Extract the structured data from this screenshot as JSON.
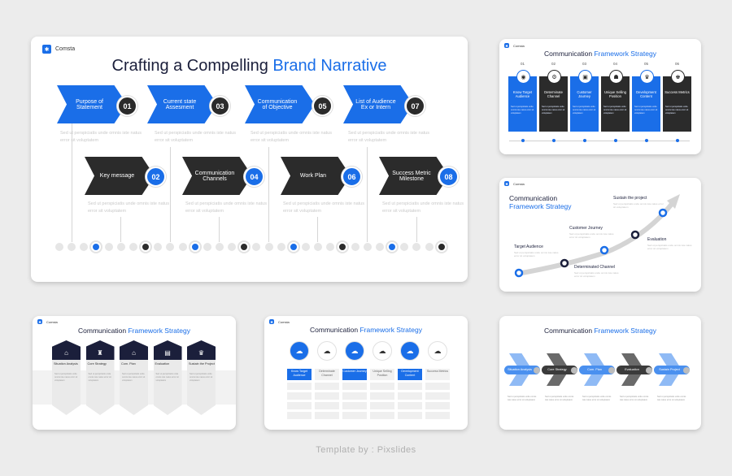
{
  "footer": "Template by : Pixslides",
  "brand": {
    "name": "Comsta"
  },
  "lorem_text": "Sed ut perspiciatis unde omnis iste natus error sit voluptatem",
  "main": {
    "title_prefix": "Crafting a Compelling ",
    "title_highlight": "Brand Narrative",
    "top_steps": [
      {
        "label": "Purpose of Statement",
        "num": "01"
      },
      {
        "label": "Current state Assesment",
        "num": "03"
      },
      {
        "label": "Communication of Objective",
        "num": "05"
      },
      {
        "label": "List of Audience Ex or Intern",
        "num": "07"
      }
    ],
    "bottom_steps": [
      {
        "label": "Key message",
        "num": "02"
      },
      {
        "label": "Communication Channels",
        "num": "04"
      },
      {
        "label": "Work Plan",
        "num": "06"
      },
      {
        "label": "Success Metric Milestone",
        "num": "08"
      }
    ]
  },
  "framework_title": {
    "prefix": "Communication ",
    "highlight": "Framework Strategy"
  },
  "slide2": {
    "columns": [
      {
        "num": "01",
        "label": "Know Target Audience",
        "style": "blue"
      },
      {
        "num": "02",
        "label": "Determinate Channel",
        "style": "dark"
      },
      {
        "num": "03",
        "label": "Customer Journey",
        "style": "blue"
      },
      {
        "num": "04",
        "label": "Unique Selling Position",
        "style": "dark"
      },
      {
        "num": "05",
        "label": "Development Content",
        "style": "blue"
      },
      {
        "num": "06",
        "label": "Success Metrics",
        "style": "dark"
      }
    ]
  },
  "slide3": {
    "title_line1": "Communication",
    "title_line2": "Framework Strategy",
    "labels": {
      "target": "Target Audience",
      "journey": "Customer Journey",
      "sustain": "Sustain the project",
      "determinated": "Determinated Channel",
      "evaluation": "Evaluation"
    }
  },
  "slide4": {
    "items": [
      "Situation Analysis",
      "Core Strategy",
      "Com. Plan",
      "Evaluation",
      "Sustain the Project"
    ]
  },
  "slide5": {
    "items": [
      "Know Target Audience",
      "Determinate Channel",
      "Customer Journey",
      "Unique Selling Position",
      "Development Content",
      "Success Metrics"
    ]
  },
  "slide6": {
    "items": [
      "Situation Analysis",
      "Core Strategy",
      "Com. Plan",
      "Evaluation",
      "Sustain Project"
    ]
  },
  "colors": {
    "blue": "#1a6ee8",
    "dark": "#2b2b2b",
    "navy": "#1b1f3b"
  }
}
